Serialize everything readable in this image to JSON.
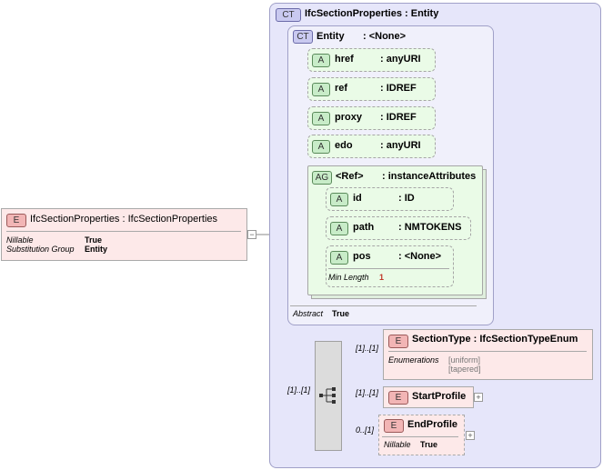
{
  "root_element": {
    "badge": "E",
    "name": "IfcSectionProperties",
    "type": ": IfcSectionProperties",
    "props": [
      {
        "key": "Nillable",
        "value": "True"
      },
      {
        "key": "Substitution Group",
        "value": "Entity"
      }
    ],
    "collapse_symbol": "−"
  },
  "complex_type": {
    "badge": "CT",
    "title": "IfcSectionProperties : Entity"
  },
  "entity": {
    "badge": "CT",
    "name": "Entity",
    "type": ": <None>",
    "attributes": [
      {
        "badge": "A",
        "name": "href",
        "type": ": anyURI"
      },
      {
        "badge": "A",
        "name": "ref",
        "type": ": IDREF"
      },
      {
        "badge": "A",
        "name": "proxy",
        "type": ": IDREF"
      },
      {
        "badge": "A",
        "name": "edo",
        "type": ": anyURI"
      }
    ],
    "attribute_group": {
      "badge": "AG",
      "name": "<Ref>",
      "type": ": instanceAttributes",
      "attributes": [
        {
          "badge": "A",
          "name": "id",
          "type": ": ID"
        },
        {
          "badge": "A",
          "name": "path",
          "type": ": NMTOKENS"
        },
        {
          "badge": "A",
          "name": "pos",
          "type": ": <None>",
          "prop_key": "Min Length",
          "prop_value": "1"
        }
      ]
    },
    "abstract_key": "Abstract",
    "abstract_value": "True"
  },
  "sequence": {
    "multiplicity": "[1]..[1]",
    "children": [
      {
        "badge": "E",
        "name": "SectionType",
        "type": ": IfcSectionTypeEnum",
        "multiplicity": "[1]..[1]",
        "prop_key": "Enumerations",
        "enum_values": [
          "[uniform]",
          "[tapered]"
        ]
      },
      {
        "badge": "E",
        "name": "StartProfile",
        "multiplicity": "[1]..[1]",
        "expand": "+"
      },
      {
        "badge": "E",
        "name": "EndProfile",
        "multiplicity": "0..[1]",
        "expand": "+",
        "prop_key": "Nillable",
        "prop_value": "True"
      }
    ]
  }
}
